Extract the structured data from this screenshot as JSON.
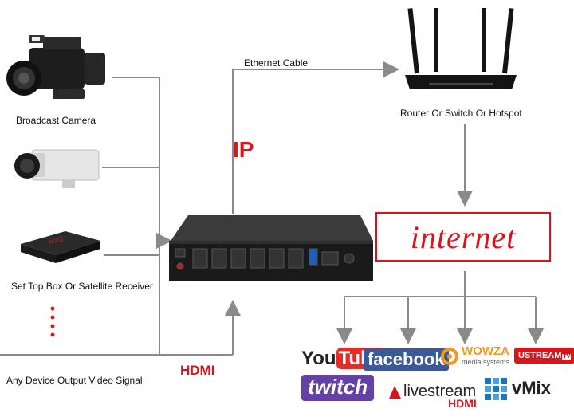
{
  "labels": {
    "broadcast_camera": "Broadcast Camera",
    "set_top_box": "Set Top Box Or Satellite Receiver",
    "any_device": "Any Device Output Video Signal",
    "ethernet_cable": "Ethernet Cable",
    "router": "Router Or Switch Or Hotspot",
    "ip": "IP",
    "hdmi_input": "HDMI",
    "internet": "internet",
    "hdmi_platforms": "HDMI"
  },
  "platforms": {
    "youtube_you": "You",
    "youtube_tube": "Tube",
    "facebook": "facebook",
    "wowza": "WOWZA",
    "wowza_sub": "media systems",
    "ustream": "USTREAM",
    "ustream_tv": "TV",
    "twitch": "twitch",
    "livestream": "livestream",
    "vmix": "vMix"
  },
  "colors": {
    "line": "#8a8a8a",
    "accent_red": "#d9141b",
    "youtube_red": "#e52d27",
    "facebook_blue": "#3b5998",
    "wowza_orange": "#f39a1d",
    "twitch_purple": "#6441a5",
    "vmix_blue": "#1c75bc"
  },
  "icons": {
    "camera": "broadcast-camera-icon",
    "cctv": "cctv-camera-icon",
    "settop": "set-top-box-icon",
    "router": "wifi-router-icon",
    "encoder": "hdmi-encoder-icon"
  }
}
